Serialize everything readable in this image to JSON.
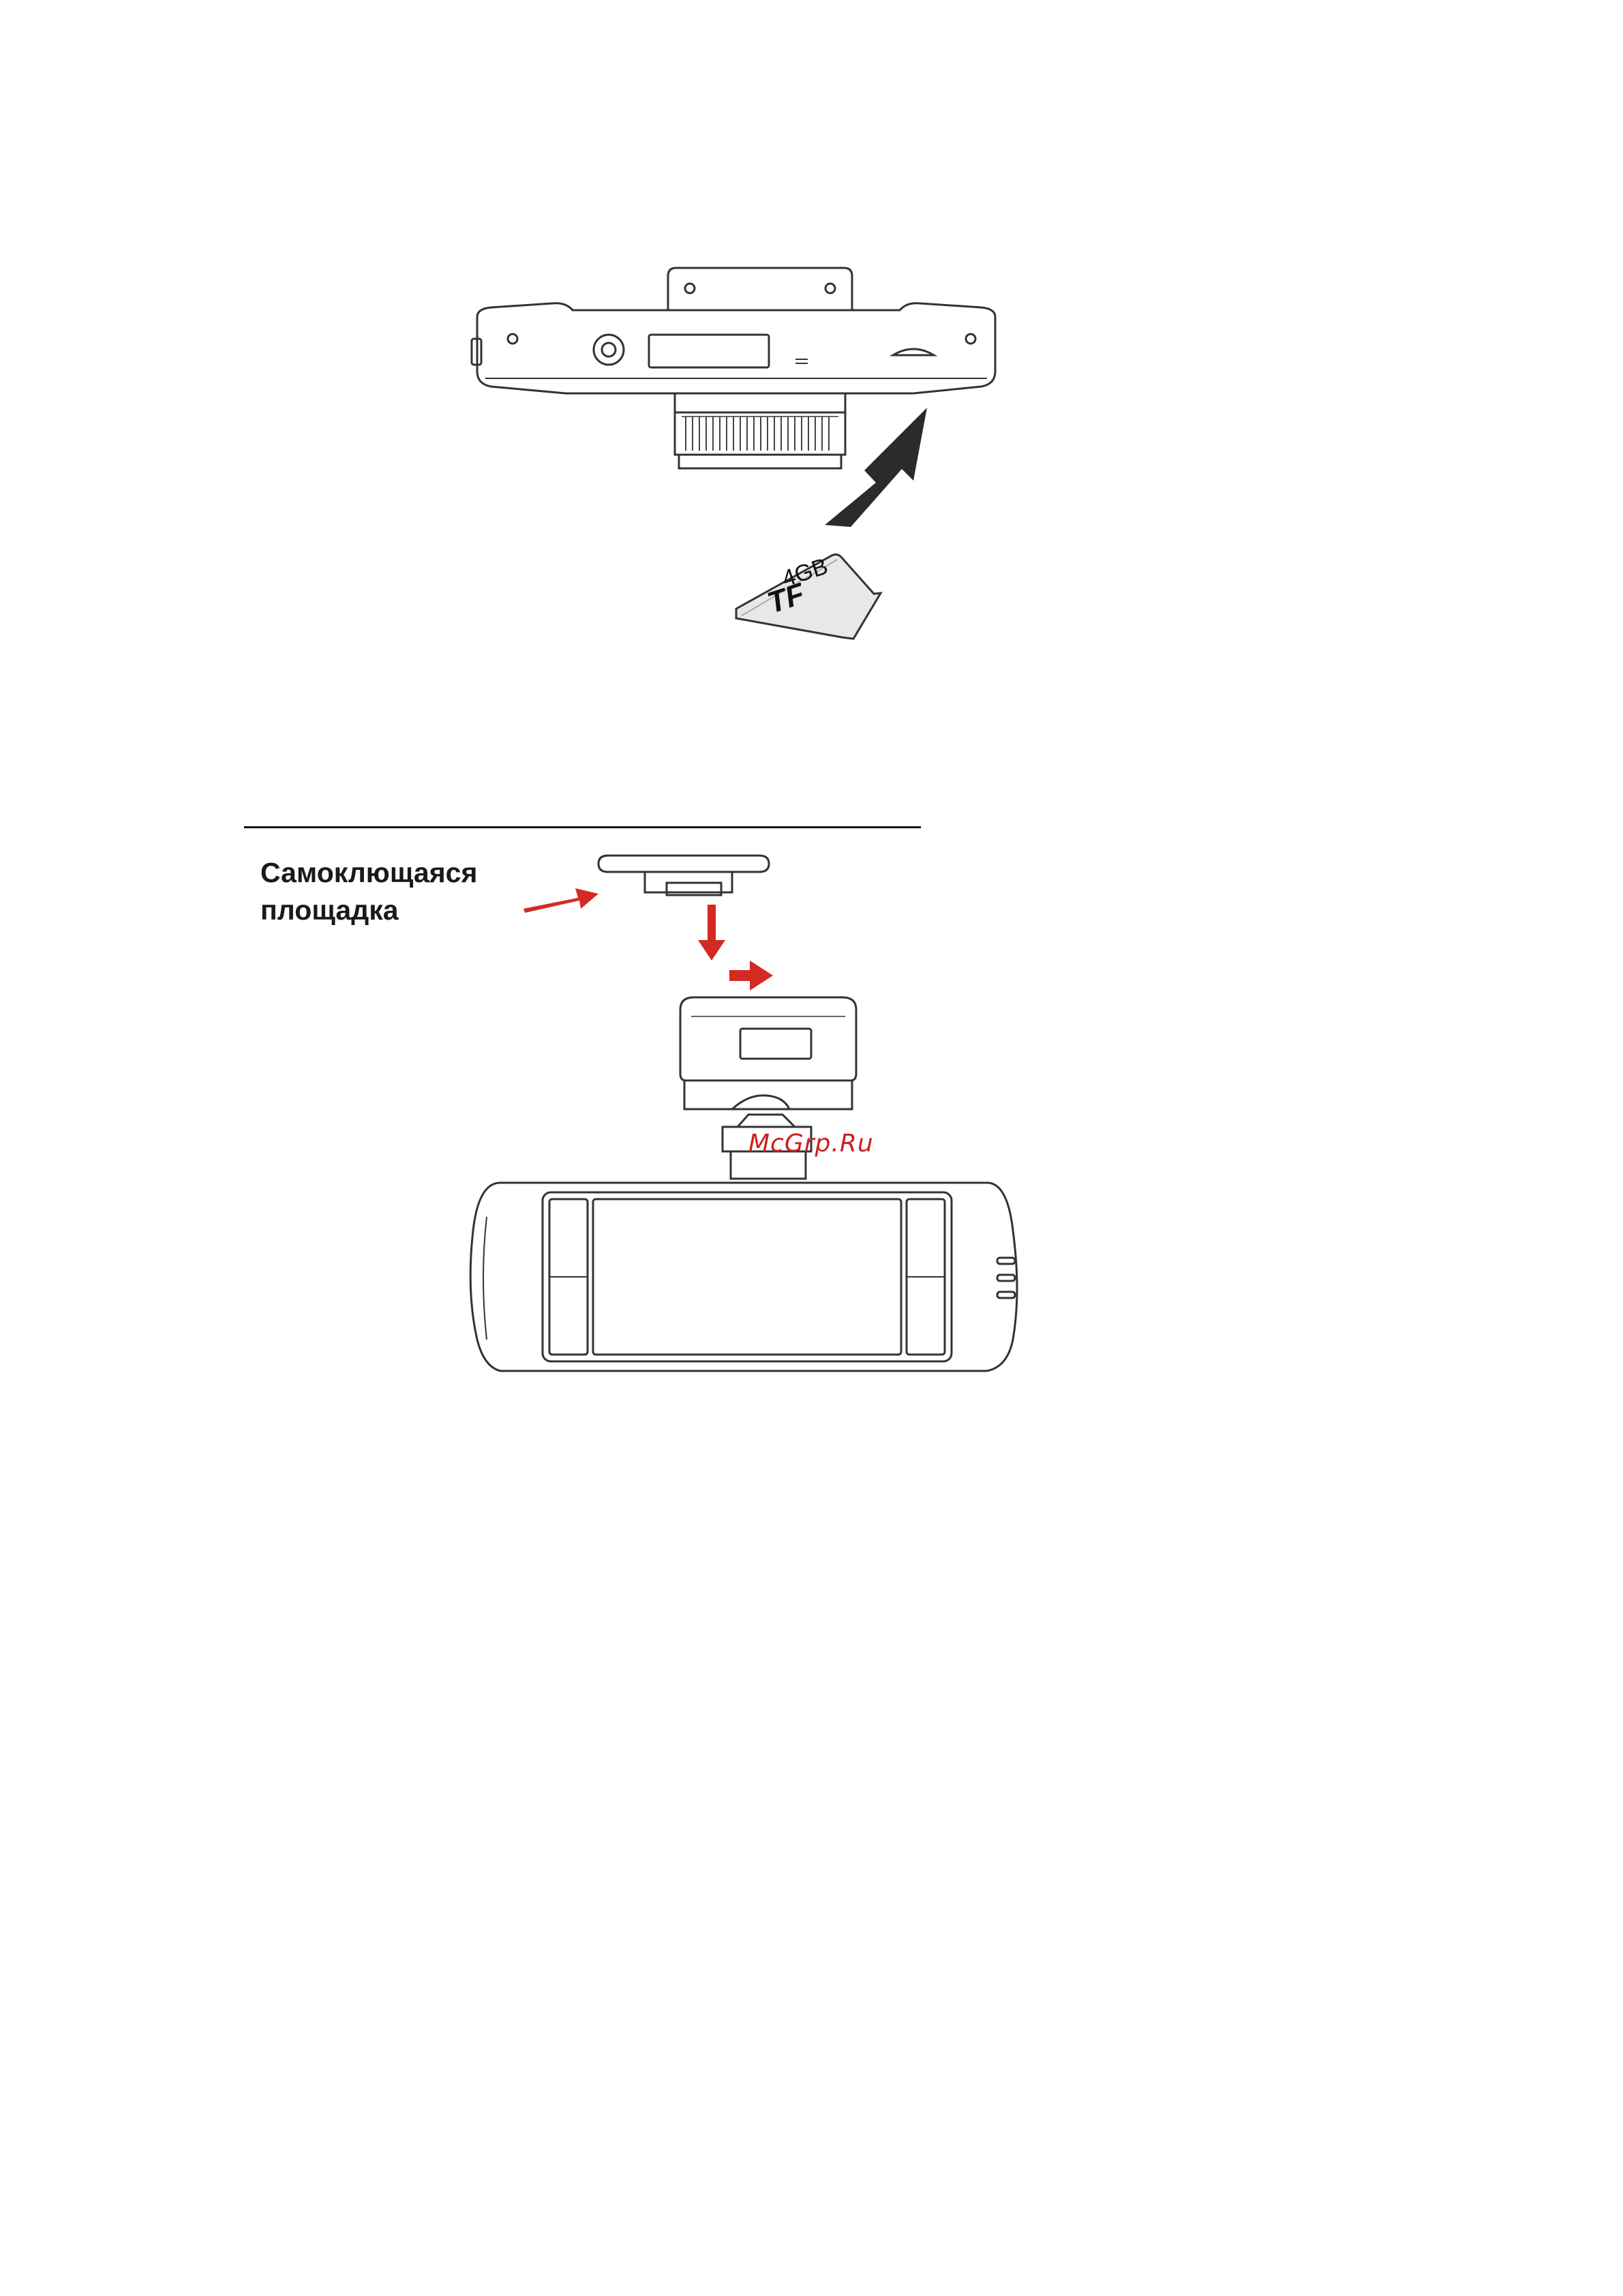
{
  "sd_card": {
    "capacity": "4GB",
    "type": "TF"
  },
  "mount_label": {
    "line1": "Самоклющаяся",
    "line2": "площадка"
  },
  "watermark": "McGrp.Ru",
  "colors": {
    "arrow_dark": "#2b2b2b",
    "arrow_red": "#d42a24",
    "line": "#333333",
    "watermark": "#cc1f1f"
  },
  "icons": [
    "card-insert-arrow",
    "red-arrow-right",
    "red-arrow-down"
  ]
}
